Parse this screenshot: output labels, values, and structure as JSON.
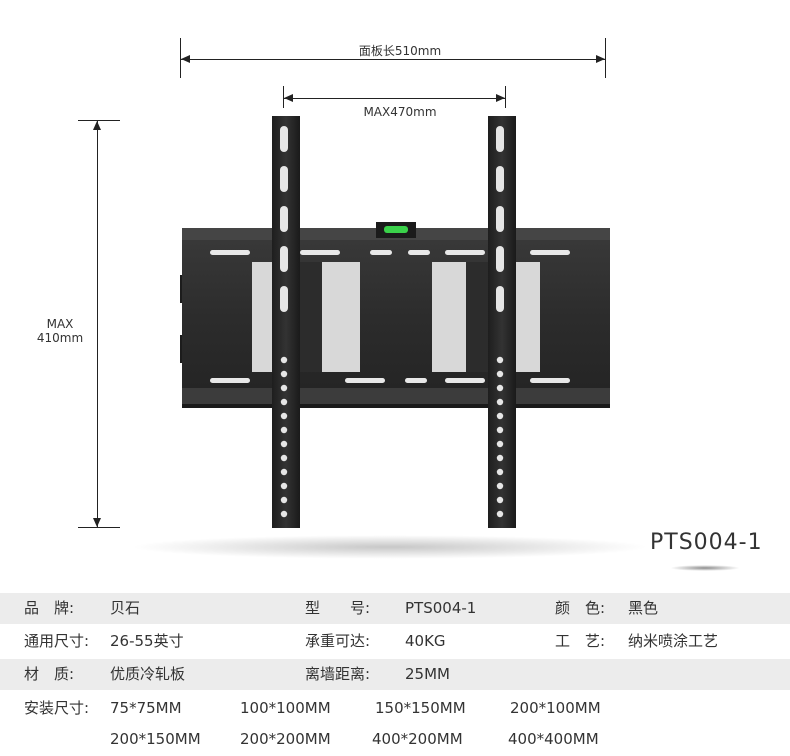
{
  "diagram": {
    "panel_width_label": "面板长510mm",
    "max_width_label": "MAX470mm",
    "max_height_label_1": "MAX",
    "max_height_label_2": "410mm"
  },
  "model_title": "PTS004-1",
  "specs": {
    "brand_label": "品　牌:",
    "brand_value": "贝石",
    "model_label": "型　　号:",
    "model_value": "PTS004-1",
    "color_label": "颜　色:",
    "color_value": "黑色",
    "size_label": "通用尺寸:",
    "size_value": "26-55英寸",
    "load_label": "承重可达:",
    "load_value": "40KG",
    "craft_label": "工　艺:",
    "craft_value": "纳米喷涂工艺",
    "material_label": "材　质:",
    "material_value": "优质冷轧板",
    "wall_label": "离墙距离:",
    "wall_value": "25MM",
    "mount_label": "安装尺寸:",
    "mount_sizes": [
      "75*75MM",
      "100*100MM",
      "150*150MM",
      "200*100MM",
      "200*150MM",
      "200*200MM",
      "400*200MM",
      "400*400MM"
    ]
  },
  "colors": {
    "bracket": "#2a2a2a",
    "level": "#3ad14a",
    "shade": "#ececec"
  }
}
